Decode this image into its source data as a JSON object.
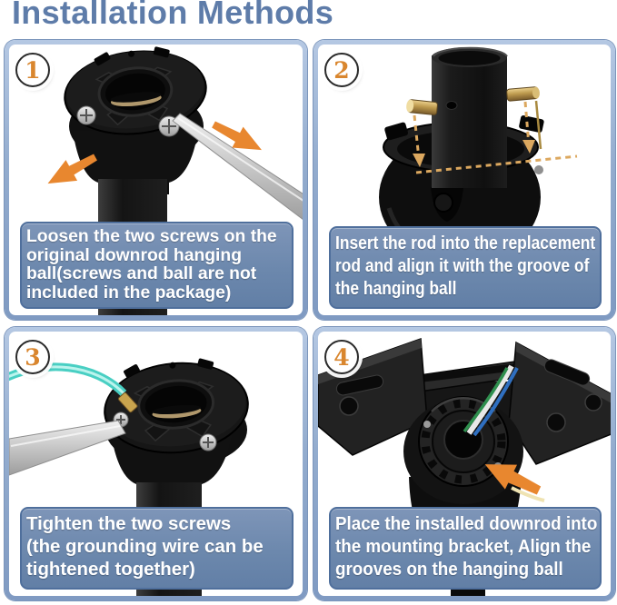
{
  "title": "Installation Methods",
  "colors": {
    "title_text": "#5e7ca9",
    "panel_border": "#8fa8cb",
    "caption_background": "#6c88ad",
    "caption_text": "#ffffff",
    "step_number": "#d9862e",
    "arrow": "#e8872f",
    "grounding_wire": "#49cfc3",
    "brass_pin": "#bd9a4e"
  },
  "steps": [
    {
      "number": "1",
      "illustration": "loosen-screws-on-downrod-ball",
      "caption": "Loosen the two screws on the\noriginal downrod hanging\nball(screws and ball are not\nincluded in the package)"
    },
    {
      "number": "2",
      "illustration": "rod-inserted-into-hanging-ball",
      "caption": "Insert the rod into the replacement\nrod and align it with the groove of\nthe hanging ball"
    },
    {
      "number": "3",
      "illustration": "tighten-screws-with-grounding-wire",
      "caption": "Tighten the two screws\n(the grounding wire can be\ntightened together)"
    },
    {
      "number": "4",
      "illustration": "downrod-in-mounting-bracket",
      "caption": "Place the installed downrod into\nthe mounting bracket, Align the\ngrooves on the hanging ball"
    }
  ]
}
